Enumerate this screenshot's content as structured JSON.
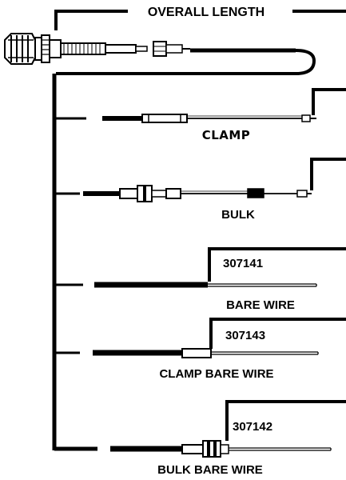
{
  "diagram": {
    "title": "OVERALL LENGTH",
    "variants": [
      {
        "id": "clamp",
        "label": "CLAMP",
        "part_number": ""
      },
      {
        "id": "bulk",
        "label": "BULK",
        "part_number": ""
      },
      {
        "id": "bare-wire",
        "label": "BARE WIRE",
        "part_number": "307141"
      },
      {
        "id": "clamp-bare-wire",
        "label": "CLAMP BARE WIRE",
        "part_number": "307143"
      },
      {
        "id": "bulk-bare-wire",
        "label": "BULK BARE WIRE",
        "part_number": "307142"
      }
    ]
  }
}
